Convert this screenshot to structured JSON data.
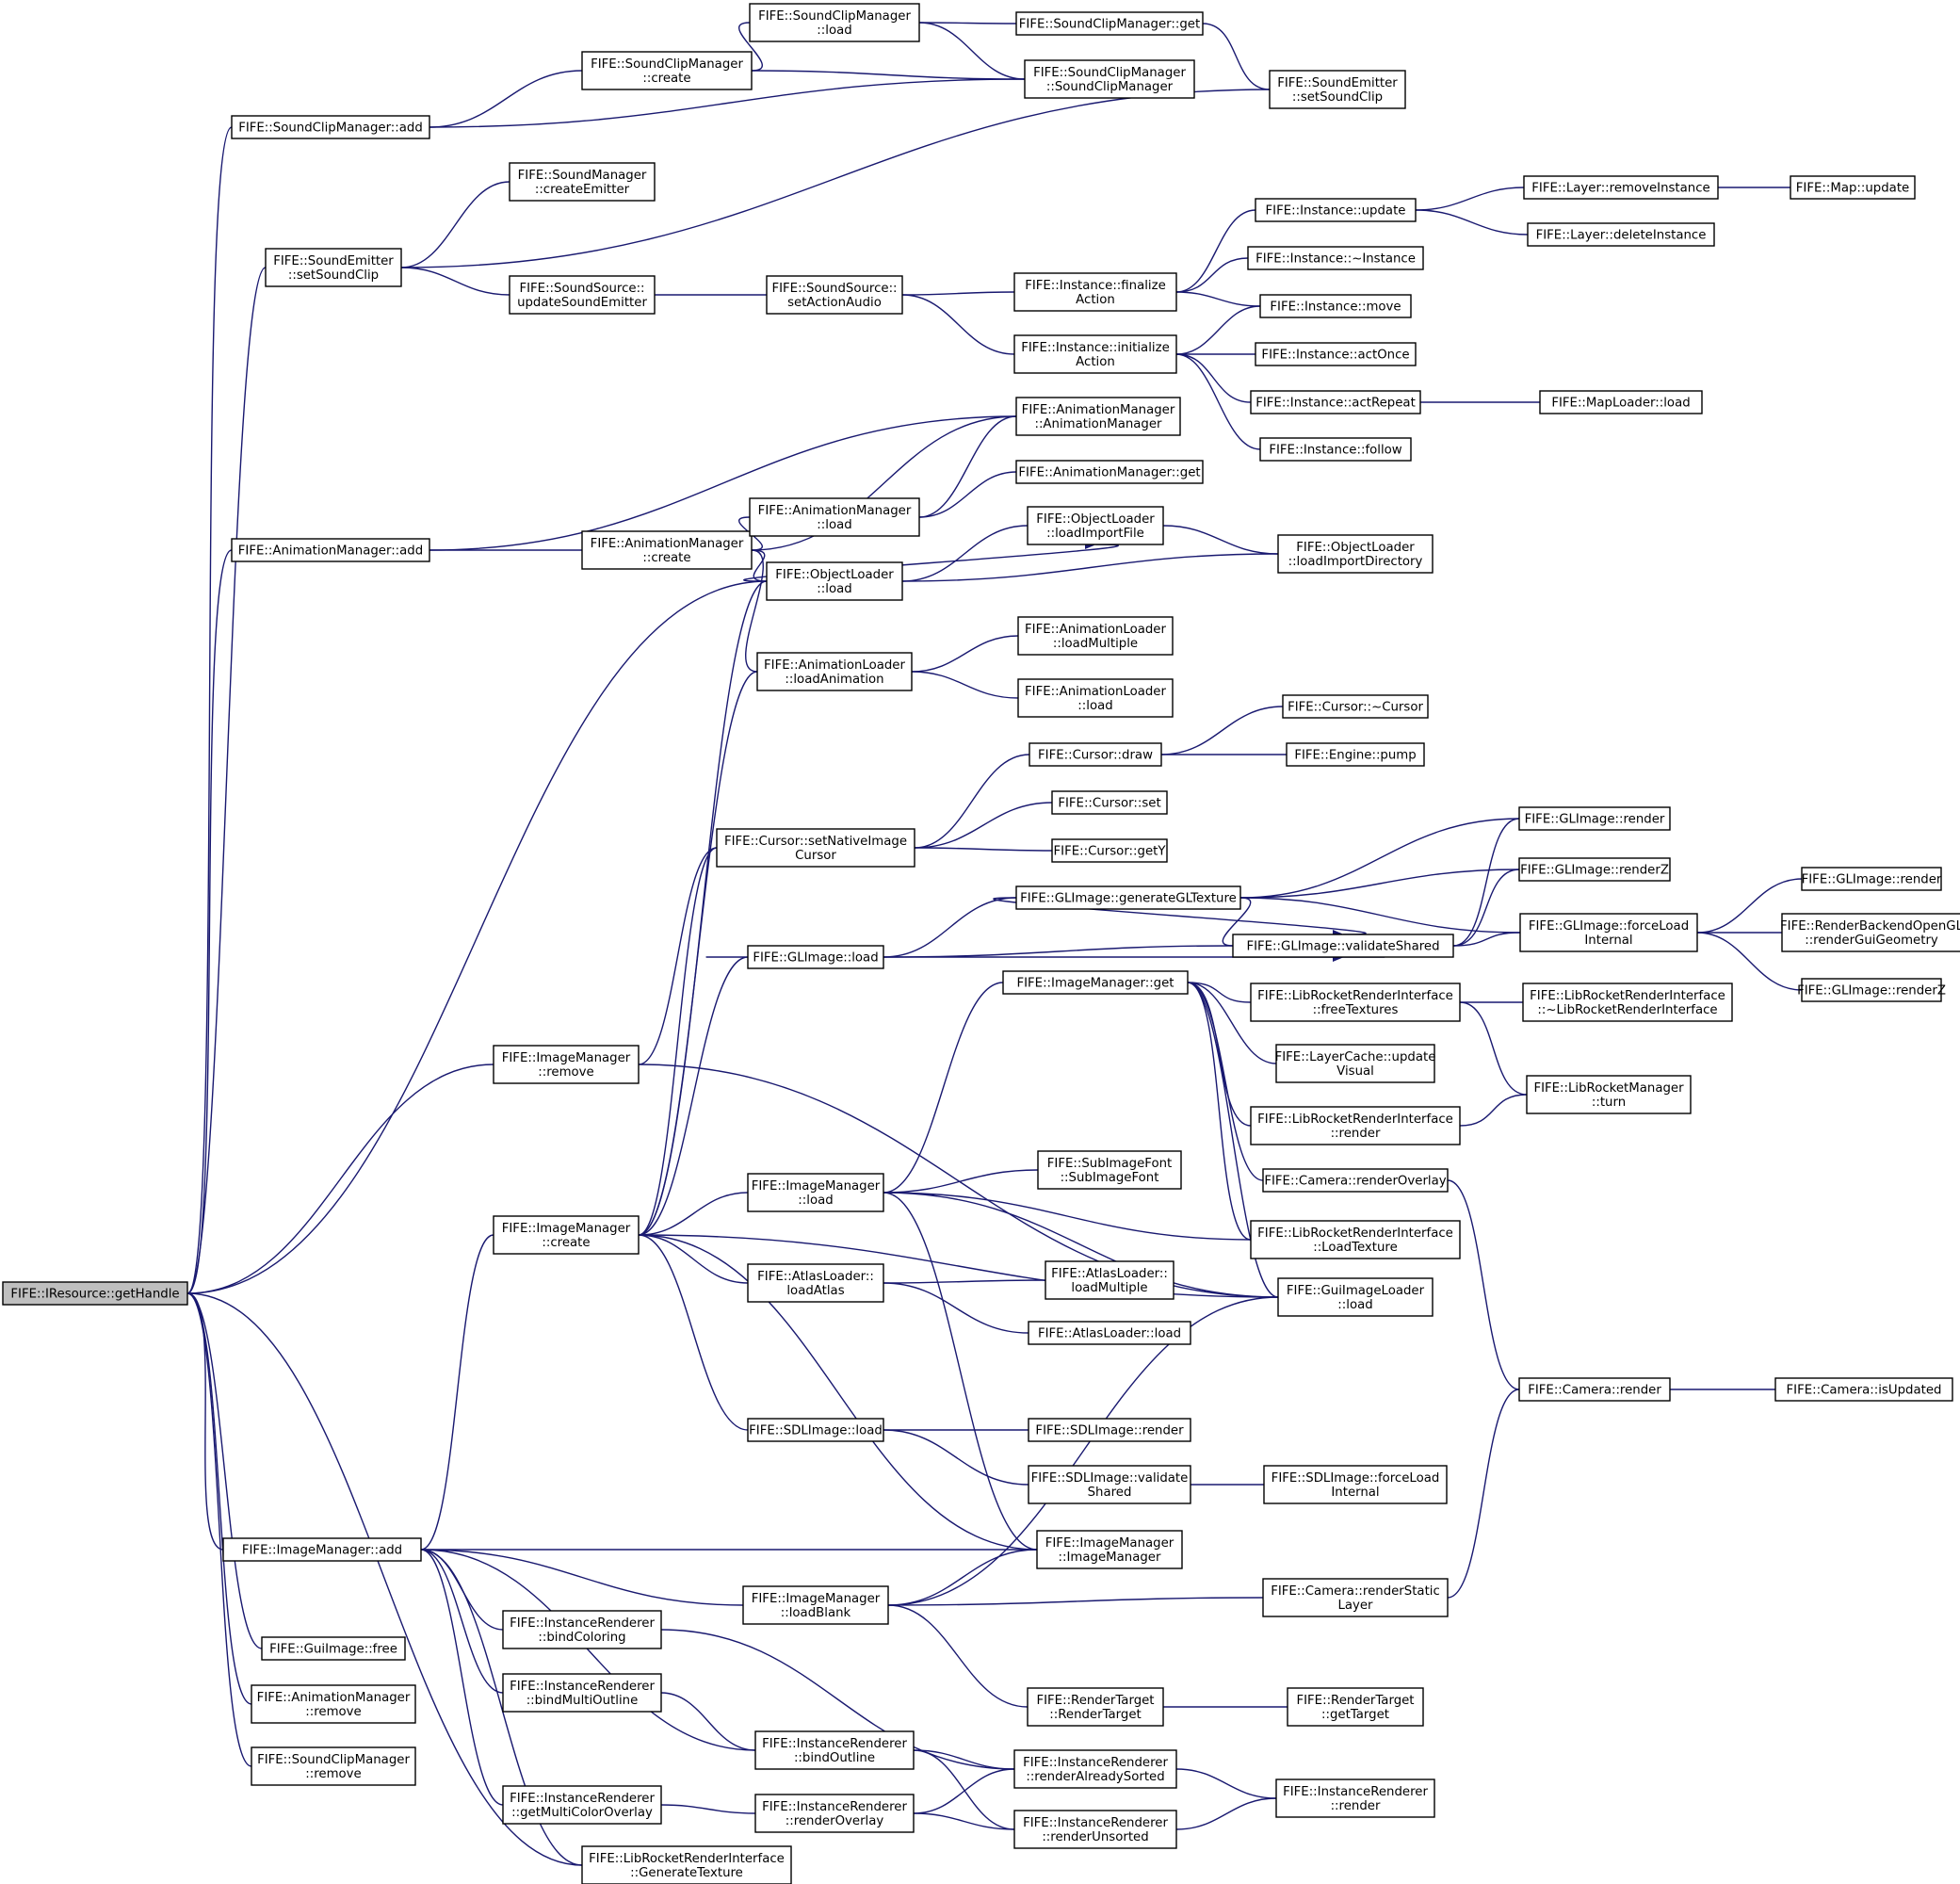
{
  "colors": {
    "edge": "#191970",
    "root_fill": "#bfbfbf",
    "node_fill": "#ffffff",
    "node_border": "#000000"
  },
  "nodes": [
    {
      "id": "root",
      "lines": [
        "FIFE::IResource::getHandle"
      ]
    },
    {
      "id": "scm_add",
      "lines": [
        "FIFE::SoundClipManager::add"
      ]
    },
    {
      "id": "scm_create",
      "lines": [
        "FIFE::SoundClipManager",
        "::create"
      ]
    },
    {
      "id": "scm_load",
      "lines": [
        "FIFE::SoundClipManager",
        "::load"
      ]
    },
    {
      "id": "scm_get",
      "lines": [
        "FIFE::SoundClipManager::get"
      ]
    },
    {
      "id": "scm_ctor",
      "lines": [
        "FIFE::SoundClipManager",
        "::SoundClipManager"
      ]
    },
    {
      "id": "se_setclip_r",
      "lines": [
        "FIFE::SoundEmitter",
        "::setSoundClip"
      ]
    },
    {
      "id": "sm_createEmitter",
      "lines": [
        "FIFE::SoundManager",
        "::createEmitter"
      ]
    },
    {
      "id": "se_setclip",
      "lines": [
        "FIFE::SoundEmitter",
        "::setSoundClip"
      ]
    },
    {
      "id": "ss_update",
      "lines": [
        "FIFE::SoundSource::",
        "updateSoundEmitter"
      ]
    },
    {
      "id": "ss_setaction",
      "lines": [
        "FIFE::SoundSource::",
        "setActionAudio"
      ]
    },
    {
      "id": "inst_finalize",
      "lines": [
        "FIFE::Instance::finalize",
        "Action"
      ]
    },
    {
      "id": "inst_initialize",
      "lines": [
        "FIFE::Instance::initialize",
        "Action"
      ]
    },
    {
      "id": "inst_update",
      "lines": [
        "FIFE::Instance::update"
      ]
    },
    {
      "id": "layer_remove",
      "lines": [
        "FIFE::Layer::removeInstance"
      ]
    },
    {
      "id": "layer_delete",
      "lines": [
        "FIFE::Layer::deleteInstance"
      ]
    },
    {
      "id": "map_update",
      "lines": [
        "FIFE::Map::update"
      ]
    },
    {
      "id": "inst_dtor",
      "lines": [
        "FIFE::Instance::~Instance"
      ]
    },
    {
      "id": "inst_move",
      "lines": [
        "FIFE::Instance::move"
      ]
    },
    {
      "id": "inst_actonce",
      "lines": [
        "FIFE::Instance::actOnce"
      ]
    },
    {
      "id": "inst_actrepeat",
      "lines": [
        "FIFE::Instance::actRepeat"
      ]
    },
    {
      "id": "maploader_load",
      "lines": [
        "FIFE::MapLoader::load"
      ]
    },
    {
      "id": "inst_follow",
      "lines": [
        "FIFE::Instance::follow"
      ]
    },
    {
      "id": "am_add",
      "lines": [
        "FIFE::AnimationManager::add"
      ]
    },
    {
      "id": "am_create",
      "lines": [
        "FIFE::AnimationManager",
        "::create"
      ]
    },
    {
      "id": "am_ctor",
      "lines": [
        "FIFE::AnimationManager",
        "::AnimationManager"
      ]
    },
    {
      "id": "am_get",
      "lines": [
        "FIFE::AnimationManager::get"
      ]
    },
    {
      "id": "am_load",
      "lines": [
        "FIFE::AnimationManager",
        "::load"
      ]
    },
    {
      "id": "ol_load",
      "lines": [
        "FIFE::ObjectLoader",
        "::load"
      ]
    },
    {
      "id": "ol_loadImportFile",
      "lines": [
        "FIFE::ObjectLoader",
        "::loadImportFile"
      ]
    },
    {
      "id": "ol_loadImportDir",
      "lines": [
        "FIFE::ObjectLoader",
        "::loadImportDirectory"
      ]
    },
    {
      "id": "al_loadAnimation",
      "lines": [
        "FIFE::AnimationLoader",
        "::loadAnimation"
      ]
    },
    {
      "id": "al_loadMultiple",
      "lines": [
        "FIFE::AnimationLoader",
        "::loadMultiple"
      ]
    },
    {
      "id": "al_load",
      "lines": [
        "FIFE::AnimationLoader",
        "::load"
      ]
    },
    {
      "id": "cursor_draw",
      "lines": [
        "FIFE::Cursor::draw"
      ]
    },
    {
      "id": "cursor_dtor",
      "lines": [
        "FIFE::Cursor::~Cursor"
      ]
    },
    {
      "id": "engine_pump",
      "lines": [
        "FIFE::Engine::pump"
      ]
    },
    {
      "id": "cursor_set",
      "lines": [
        "FIFE::Cursor::set"
      ]
    },
    {
      "id": "cursor_setNative",
      "lines": [
        "FIFE::Cursor::setNativeImage",
        "Cursor"
      ]
    },
    {
      "id": "cursor_getY",
      "lines": [
        "FIFE::Cursor::getY"
      ]
    },
    {
      "id": "gl_genTex",
      "lines": [
        "FIFE::GLImage::generateGLTexture"
      ]
    },
    {
      "id": "gl_render",
      "lines": [
        "FIFE::GLImage::render"
      ]
    },
    {
      "id": "gl_renderZ",
      "lines": [
        "FIFE::GLImage::renderZ"
      ]
    },
    {
      "id": "gl_forceLoad",
      "lines": [
        "FIFE::GLImage::forceLoad",
        "Internal"
      ]
    },
    {
      "id": "gl_render2",
      "lines": [
        "FIFE::GLImage::render"
      ]
    },
    {
      "id": "rbogl_renderGui",
      "lines": [
        "FIFE::RenderBackendOpenGL",
        "::renderGuiGeometry"
      ]
    },
    {
      "id": "gl_renderZ2",
      "lines": [
        "FIFE::GLImage::renderZ"
      ]
    },
    {
      "id": "gl_load",
      "lines": [
        "FIFE::GLImage::load"
      ]
    },
    {
      "id": "gl_validate",
      "lines": [
        "FIFE::GLImage::validateShared"
      ]
    },
    {
      "id": "im_get",
      "lines": [
        "FIFE::ImageManager::get"
      ]
    },
    {
      "id": "lrri_freeTextures",
      "lines": [
        "FIFE::LibRocketRenderInterface",
        "::freeTextures"
      ]
    },
    {
      "id": "lrri_dtor",
      "lines": [
        "FIFE::LibRocketRenderInterface",
        "::~LibRocketRenderInterface"
      ]
    },
    {
      "id": "lc_updateVisual",
      "lines": [
        "FIFE::LayerCache::update",
        "Visual"
      ]
    },
    {
      "id": "lrm_turn",
      "lines": [
        "FIFE::LibRocketManager",
        "::turn"
      ]
    },
    {
      "id": "lrri_render",
      "lines": [
        "FIFE::LibRocketRenderInterface",
        "::render"
      ]
    },
    {
      "id": "im_remove",
      "lines": [
        "FIFE::ImageManager",
        "::remove"
      ]
    },
    {
      "id": "im_load",
      "lines": [
        "FIFE::ImageManager",
        "::load"
      ]
    },
    {
      "id": "subimagefont",
      "lines": [
        "FIFE::SubImageFont",
        "::SubImageFont"
      ]
    },
    {
      "id": "cam_renderOverlay",
      "lines": [
        "FIFE::Camera::renderOverlay"
      ]
    },
    {
      "id": "im_create",
      "lines": [
        "FIFE::ImageManager",
        "::create"
      ]
    },
    {
      "id": "lrri_loadTexture",
      "lines": [
        "FIFE::LibRocketRenderInterface",
        "::LoadTexture"
      ]
    },
    {
      "id": "atlas_loadAtlas",
      "lines": [
        "FIFE::AtlasLoader::",
        "loadAtlas"
      ]
    },
    {
      "id": "atlas_loadMultiple",
      "lines": [
        "FIFE::AtlasLoader::",
        "loadMultiple"
      ]
    },
    {
      "id": "guiimageloader_load",
      "lines": [
        "FIFE::GuiImageLoader",
        "::load"
      ]
    },
    {
      "id": "atlas_load",
      "lines": [
        "FIFE::AtlasLoader::load"
      ]
    },
    {
      "id": "cam_render",
      "lines": [
        "FIFE::Camera::render"
      ]
    },
    {
      "id": "cam_isUpdated",
      "lines": [
        "FIFE::Camera::isUpdated"
      ]
    },
    {
      "id": "sdl_load",
      "lines": [
        "FIFE::SDLImage::load"
      ]
    },
    {
      "id": "sdl_render",
      "lines": [
        "FIFE::SDLImage::render"
      ]
    },
    {
      "id": "sdl_validate",
      "lines": [
        "FIFE::SDLImage::validate",
        "Shared"
      ]
    },
    {
      "id": "sdl_forceLoad",
      "lines": [
        "FIFE::SDLImage::forceLoad",
        "Internal"
      ]
    },
    {
      "id": "im_add",
      "lines": [
        "FIFE::ImageManager::add"
      ]
    },
    {
      "id": "im_ctor",
      "lines": [
        "FIFE::ImageManager",
        "::ImageManager"
      ]
    },
    {
      "id": "im_loadBlank",
      "lines": [
        "FIFE::ImageManager",
        "::loadBlank"
      ]
    },
    {
      "id": "cam_renderStatic",
      "lines": [
        "FIFE::Camera::renderStatic",
        "Layer"
      ]
    },
    {
      "id": "ir_bindColoring",
      "lines": [
        "FIFE::InstanceRenderer",
        "::bindColoring"
      ]
    },
    {
      "id": "guiimage_free",
      "lines": [
        "FIFE::GuiImage::free"
      ]
    },
    {
      "id": "rt_ctor",
      "lines": [
        "FIFE::RenderTarget",
        "::RenderTarget"
      ]
    },
    {
      "id": "rt_getTarget",
      "lines": [
        "FIFE::RenderTarget",
        "::getTarget"
      ]
    },
    {
      "id": "am_remove",
      "lines": [
        "FIFE::AnimationManager",
        "::remove"
      ]
    },
    {
      "id": "ir_bindMulti",
      "lines": [
        "FIFE::InstanceRenderer",
        "::bindMultiOutline"
      ]
    },
    {
      "id": "ir_bindOutline",
      "lines": [
        "FIFE::InstanceRenderer",
        "::bindOutline"
      ]
    },
    {
      "id": "scm_remove",
      "lines": [
        "FIFE::SoundClipManager",
        "::remove"
      ]
    },
    {
      "id": "ir_renderSorted",
      "lines": [
        "FIFE::InstanceRenderer",
        "::renderAlreadySorted"
      ]
    },
    {
      "id": "ir_getMulti",
      "lines": [
        "FIFE::InstanceRenderer",
        "::getMultiColorOverlay"
      ]
    },
    {
      "id": "ir_renderOverlay",
      "lines": [
        "FIFE::InstanceRenderer",
        "::renderOverlay"
      ]
    },
    {
      "id": "ir_render",
      "lines": [
        "FIFE::InstanceRenderer",
        "::render"
      ]
    },
    {
      "id": "ir_renderUnsorted",
      "lines": [
        "FIFE::InstanceRenderer",
        "::renderUnsorted"
      ]
    },
    {
      "id": "lrri_genTex",
      "lines": [
        "FIFE::LibRocketRenderInterface",
        "::GenerateTexture"
      ]
    }
  ],
  "edges": [
    [
      "scm_add",
      "root"
    ],
    [
      "am_add",
      "root"
    ],
    [
      "im_add",
      "root"
    ],
    [
      "se_setclip",
      "root"
    ],
    [
      "ol_load",
      "root"
    ],
    [
      "im_remove",
      "root"
    ],
    [
      "guiimage_free",
      "root"
    ],
    [
      "am_remove",
      "root"
    ],
    [
      "scm_remove",
      "root"
    ],
    [
      "lrri_genTex",
      "root"
    ],
    [
      "scm_create",
      "scm_add"
    ],
    [
      "scm_ctor",
      "scm_add"
    ],
    [
      "scm_load",
      "scm_create"
    ],
    [
      "scm_ctor",
      "scm_create"
    ],
    [
      "scm_get",
      "scm_load"
    ],
    [
      "scm_ctor",
      "scm_load"
    ],
    [
      "se_setclip_r",
      "scm_get"
    ],
    [
      "sm_createEmitter",
      "se_setclip"
    ],
    [
      "se_setclip_r",
      "se_setclip"
    ],
    [
      "ss_update",
      "se_setclip"
    ],
    [
      "ss_setaction",
      "ss_update"
    ],
    [
      "inst_finalize",
      "ss_setaction"
    ],
    [
      "inst_initialize",
      "ss_setaction"
    ],
    [
      "inst_update",
      "inst_finalize"
    ],
    [
      "inst_dtor",
      "inst_finalize"
    ],
    [
      "inst_move",
      "inst_finalize"
    ],
    [
      "layer_remove",
      "inst_update"
    ],
    [
      "layer_delete",
      "inst_update"
    ],
    [
      "map_update",
      "layer_remove"
    ],
    [
      "inst_move",
      "inst_initialize"
    ],
    [
      "inst_actonce",
      "inst_initialize"
    ],
    [
      "inst_actrepeat",
      "inst_initialize"
    ],
    [
      "inst_follow",
      "inst_initialize"
    ],
    [
      "maploader_load",
      "inst_actrepeat"
    ],
    [
      "am_create",
      "am_add"
    ],
    [
      "am_ctor",
      "am_add"
    ],
    [
      "am_ctor",
      "am_create"
    ],
    [
      "am_load",
      "am_create"
    ],
    [
      "ol_load",
      "am_create"
    ],
    [
      "al_loadAnimation",
      "am_create"
    ],
    [
      "am_ctor",
      "am_load"
    ],
    [
      "am_get",
      "am_load"
    ],
    [
      "ol_loadImportFile",
      "ol_load"
    ],
    [
      "ol_loadImportDir",
      "ol_load"
    ],
    [
      "ol_load",
      "ol_loadImportFile"
    ],
    [
      "ol_loadImportDir",
      "ol_loadImportFile"
    ],
    [
      "al_loadMultiple",
      "al_loadAnimation"
    ],
    [
      "al_load",
      "al_loadAnimation"
    ],
    [
      "cursor_dtor",
      "cursor_draw"
    ],
    [
      "engine_pump",
      "cursor_draw"
    ],
    [
      "cursor_draw",
      "cursor_setNative"
    ],
    [
      "cursor_set",
      "cursor_setNative"
    ],
    [
      "cursor_getY",
      "cursor_setNative"
    ],
    [
      "gl_render",
      "gl_genTex"
    ],
    [
      "gl_renderZ",
      "gl_genTex"
    ],
    [
      "gl_forceLoad",
      "gl_genTex"
    ],
    [
      "gl_validate",
      "gl_genTex"
    ],
    [
      "gl_genTex",
      "gl_validate"
    ],
    [
      "gl_render",
      "gl_validate"
    ],
    [
      "gl_renderZ",
      "gl_validate"
    ],
    [
      "gl_forceLoad",
      "gl_validate"
    ],
    [
      "gl_load",
      "gl_validate"
    ],
    [
      "gl_render2",
      "gl_forceLoad"
    ],
    [
      "rbogl_renderGui",
      "gl_forceLoad"
    ],
    [
      "gl_renderZ2",
      "gl_forceLoad"
    ],
    [
      "gl_genTex",
      "gl_load"
    ],
    [
      "gl_validate",
      "gl_load"
    ],
    [
      "lrri_freeTextures",
      "im_get"
    ],
    [
      "lc_updateVisual",
      "im_get"
    ],
    [
      "lrri_render",
      "im_get"
    ],
    [
      "cam_renderOverlay",
      "im_get"
    ],
    [
      "lrri_loadTexture",
      "im_get"
    ],
    [
      "guiimageloader_load",
      "im_get"
    ],
    [
      "lrri_dtor",
      "lrri_freeTextures"
    ],
    [
      "lrm_turn",
      "lrri_freeTextures"
    ],
    [
      "lrm_turn",
      "lrri_render"
    ],
    [
      "cursor_setNative",
      "im_remove"
    ],
    [
      "guiimageloader_load",
      "im_remove"
    ],
    [
      "im_get",
      "im_load"
    ],
    [
      "subimagefont",
      "im_load"
    ],
    [
      "lrri_loadTexture",
      "im_load"
    ],
    [
      "guiimageloader_load",
      "im_load"
    ],
    [
      "im_ctor",
      "im_load"
    ],
    [
      "cam_render",
      "cam_renderOverlay"
    ],
    [
      "cam_isUpdated",
      "cam_render"
    ],
    [
      "im_load",
      "im_create"
    ],
    [
      "atlas_loadAtlas",
      "im_create"
    ],
    [
      "sdl_load",
      "im_create"
    ],
    [
      "guiimageloader_load",
      "im_create"
    ],
    [
      "im_ctor",
      "im_create"
    ],
    [
      "ol_load",
      "im_create"
    ],
    [
      "al_loadAnimation",
      "im_create"
    ],
    [
      "cursor_setNative",
      "im_create"
    ],
    [
      "gl_load",
      "im_create"
    ],
    [
      "atlas_loadMultiple",
      "atlas_loadAtlas"
    ],
    [
      "atlas_load",
      "atlas_loadAtlas"
    ],
    [
      "sdl_render",
      "sdl_load"
    ],
    [
      "sdl_validate",
      "sdl_load"
    ],
    [
      "sdl_forceLoad",
      "sdl_validate"
    ],
    [
      "im_create",
      "im_add"
    ],
    [
      "im_ctor",
      "im_add"
    ],
    [
      "im_loadBlank",
      "im_add"
    ],
    [
      "ir_bindColoring",
      "im_add"
    ],
    [
      "ir_bindMulti",
      "im_add"
    ],
    [
      "ir_bindOutline",
      "im_add"
    ],
    [
      "ir_getMulti",
      "im_add"
    ],
    [
      "lrri_genTex",
      "im_add"
    ],
    [
      "im_ctor",
      "im_loadBlank"
    ],
    [
      "guiimageloader_load",
      "im_loadBlank"
    ],
    [
      "cam_renderStatic",
      "im_loadBlank"
    ],
    [
      "rt_ctor",
      "im_loadBlank"
    ],
    [
      "cam_render",
      "cam_renderStatic"
    ],
    [
      "rt_getTarget",
      "rt_ctor"
    ],
    [
      "ir_renderSorted",
      "ir_bindColoring"
    ],
    [
      "ir_bindOutline",
      "ir_bindMulti"
    ],
    [
      "ir_renderSorted",
      "ir_bindOutline"
    ],
    [
      "ir_renderUnsorted",
      "ir_bindOutline"
    ],
    [
      "ir_renderOverlay",
      "ir_getMulti"
    ],
    [
      "ir_renderSorted",
      "ir_renderOverlay"
    ],
    [
      "ir_renderUnsorted",
      "ir_renderOverlay"
    ],
    [
      "ir_render",
      "ir_renderSorted"
    ],
    [
      "ir_render",
      "ir_renderUnsorted"
    ]
  ]
}
